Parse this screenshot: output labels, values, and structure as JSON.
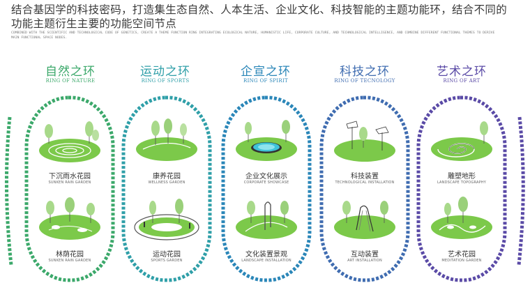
{
  "header": {
    "headline": "结合基因学的科技密码，打造集生态自然、人本生活、企业文化、科技智能的主题功能环，结合不同的功能主题衍生主要的功能空间节点",
    "subline": "COMBINED WITH THE SCIENTIFIC AND TECHNOLOGICAL CODE OF GENETICS, CREATE A THEME FUNCTION RING INTEGRATING ECOLOGICAL NATURE, HUMANISTIC LIFE, CORPORATE CULTURE, AND TECHNOLOGICAL INTELLIGENCE, AND COMBINE DIFFERENT FUNCTIONAL THEMES TO DERIVE MAIN FUNCTIONAL SPACE NODES."
  },
  "rings": [
    {
      "title": "自然之环",
      "subtitle": "RING OF NATURE",
      "color": "#3ba86a",
      "nodes": [
        {
          "cn": "下沉雨水花园",
          "en": "SUNKEN RAIN GARDEN",
          "icon": "sunken-garden-icon"
        },
        {
          "cn": "林荫花园",
          "en": "SUNKEN RAIN GARDEN",
          "icon": "forest-garden-icon"
        }
      ]
    },
    {
      "title": "运动之环",
      "subtitle": "RING OF SPORTS",
      "color": "#2f9fa8",
      "nodes": [
        {
          "cn": "康养花园",
          "en": "WELLNESS GARDEN",
          "icon": "wellness-garden-icon"
        },
        {
          "cn": "运动花园",
          "en": "SPORTS GARDEN",
          "icon": "sports-garden-icon"
        }
      ]
    },
    {
      "title": "企宣之环",
      "subtitle": "RING OF SPIRIT",
      "color": "#2a86b8",
      "nodes": [
        {
          "cn": "企业文化展示",
          "en": "CORPORATE SHOWCASE",
          "icon": "water-pool-icon"
        },
        {
          "cn": "文化装置景观",
          "en": "LANDSCAPE INSTALLATION",
          "icon": "arch-sculpture-icon"
        }
      ]
    },
    {
      "title": "科技之环",
      "subtitle": "RING OF TECNOLOGY",
      "color": "#3f6cb0",
      "nodes": [
        {
          "cn": "科技装置",
          "en": "TECHNOLOGICAL INSTALLATION",
          "icon": "canopy-installation-icon"
        },
        {
          "cn": "互动装置",
          "en": "ART INSTALLATION",
          "icon": "interactive-installation-icon"
        }
      ]
    },
    {
      "title": "艺术之环",
      "subtitle": "RING OF ART",
      "color": "#5a4aa6",
      "nodes": [
        {
          "cn": "雕塑地形",
          "en": "LANDSCAPE TOPOGRAPHY",
          "icon": "spiral-landform-icon"
        },
        {
          "cn": "艺术花园",
          "en": "MEDITATION GARDEN",
          "icon": "art-garden-icon"
        }
      ]
    }
  ]
}
